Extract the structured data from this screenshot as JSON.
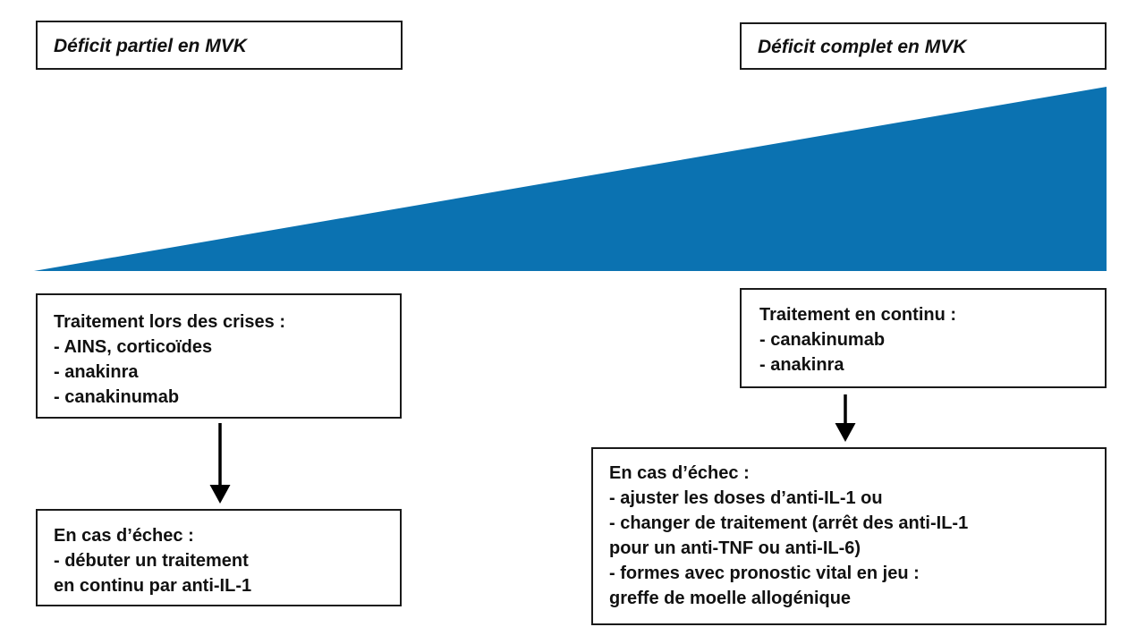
{
  "colors": {
    "wedge_blue": "#0b72b1",
    "border": "#1a1a1a",
    "text": "#111111",
    "background": "#ffffff",
    "arrow": "#000000"
  },
  "labels": {
    "partial_deficit": "Déficit partiel en MVK",
    "complete_deficit": "Déficit complet en MVK"
  },
  "boxes": {
    "crisis_treatment": {
      "lines": [
        "Traitement lors des crises :",
        "- AINS, corticoïdes",
        "- anakinra",
        "- canakinumab"
      ]
    },
    "left_failure": {
      "lines": [
        "En cas d’échec :",
        "- débuter un traitement",
        "en continu par anti-IL-1"
      ]
    },
    "continuous_treatment": {
      "lines": [
        "Traitement en continu :",
        "- canakinumab",
        "- anakinra"
      ]
    },
    "right_failure": {
      "lines": [
        "En cas d’échec :",
        "- ajuster les doses d’anti-IL-1 ou",
        "- changer de traitement (arrêt des anti-IL-1",
        "pour un anti-TNF ou anti-IL-6)",
        "- formes avec pronostic vital en jeu :",
        "greffe de moelle allogénique"
      ]
    }
  }
}
